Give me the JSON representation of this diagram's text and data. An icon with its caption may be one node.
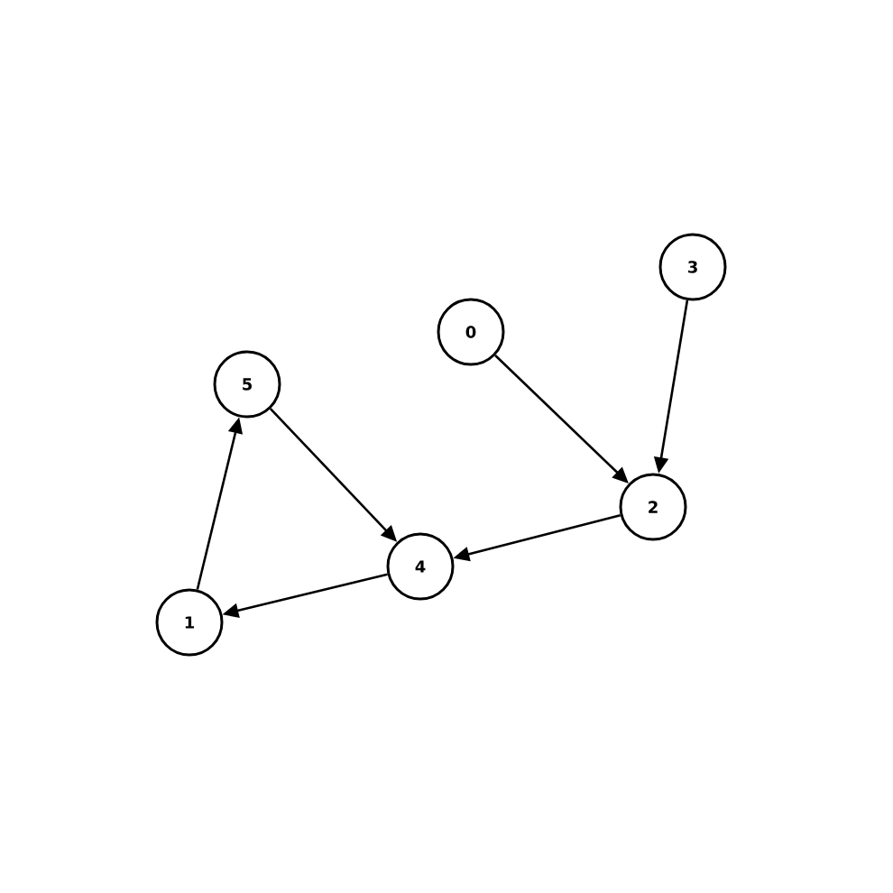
{
  "diagram": {
    "nodes": [
      {
        "text": [
          "0"
        ]
      },
      {
        "text": [
          "1"
        ]
      },
      {
        "text": [
          "2"
        ]
      },
      {
        "text": [
          "3"
        ]
      },
      {
        "text": [
          "4"
        ]
      },
      {
        "text": [
          "5"
        ]
      }
    ],
    "edges": [
      {
        "from": 0,
        "to": 2,
        "arrow": "to"
      },
      {
        "from": 3,
        "to": 2,
        "arrow": "to"
      },
      {
        "from": 2,
        "to": 4,
        "arrow": "to"
      },
      {
        "from": 5,
        "to": 4,
        "arrow": "to"
      },
      {
        "from": 4,
        "to": 1,
        "arrow": "to"
      },
      {
        "from": 1,
        "to": 5,
        "arrow": "to"
      }
    ]
  }
}
